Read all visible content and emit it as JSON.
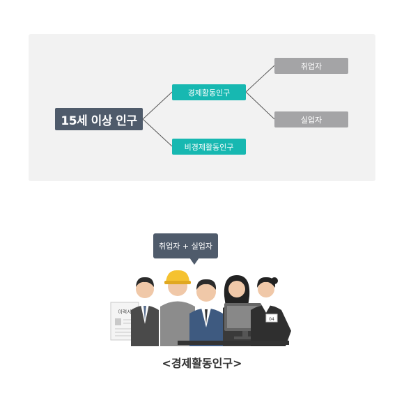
{
  "diagram": {
    "root": "15세 이상 인구",
    "econ": "경제활동인구",
    "nonecon": "비경제활동인구",
    "employed": "취업자",
    "unemployed": "실업자"
  },
  "illustration": {
    "bubble": "취업자 + 실업자",
    "resume_label": "이력서",
    "badge": "04",
    "caption": "<경제활동인구>"
  }
}
